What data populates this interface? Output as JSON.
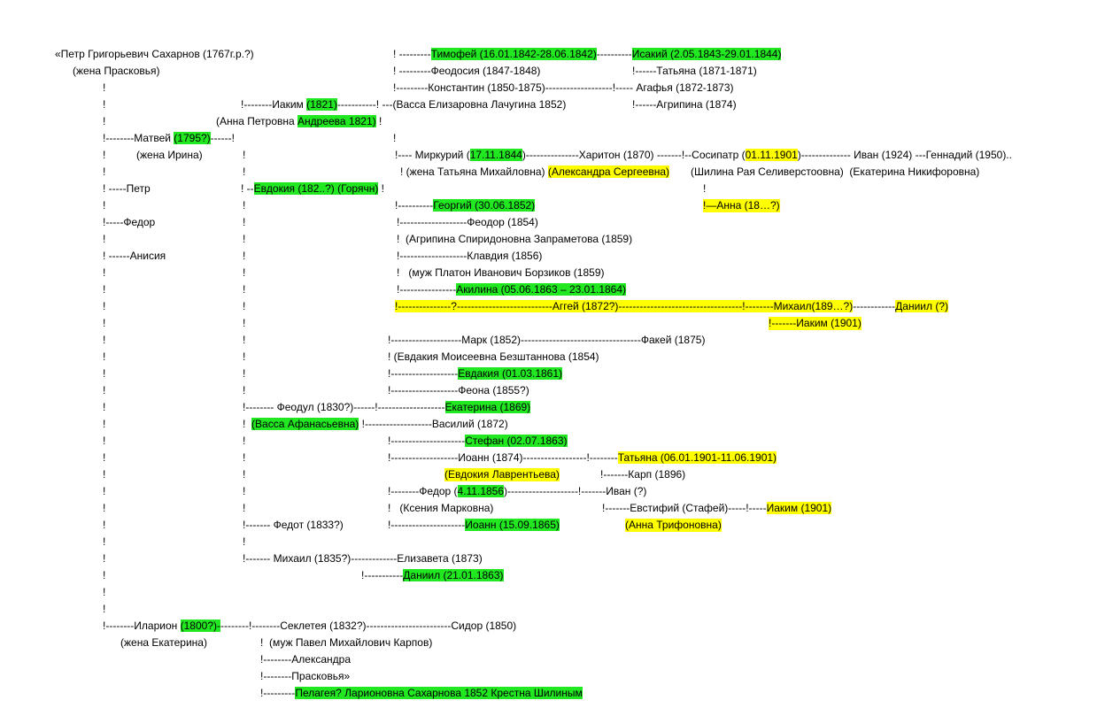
{
  "colors": {
    "green_highlight": "#22e822",
    "yellow_highlight": "#ffff00"
  },
  "l1a": "«Петр Григорьевич Сахарнов (1767г.р.?)",
  "l1b": "! ---------",
  "l1c": "Тимофей (16.01.1842-28.06.1842)",
  "l1d": "----------",
  "l1e": "Исакий (2.05.1843-29.01.1844)",
  "l2a": "(жена Прасковья)",
  "l2b": "! ---------Феодосия (1847-1848)",
  "l2c": "!------Татьяна (1871-1871)",
  "l3a": "!",
  "l3b": "!---------Константин (1850-1875)-------------------!----- Агафья (1872-1873)",
  "l4a": "!",
  "l4b": "!--------Иаким ",
  "l4c": "(1821)",
  "l4d": "-----------! ---(Васса Елизаровна Лачугина 1852)",
  "l4e": "!------Агрипина (1874)",
  "l5a": "!",
  "l5b": "(Анна Петровна ",
  "l5c": "Андреева 1821)",
  "l5d": " !",
  "l6a": "!--------Матвей ",
  "l6b": "(1795?)",
  "l6c": "------!",
  "l6d": "!",
  "l7a": "!",
  "l7b": "(жена Ирина)",
  "l7c": "!",
  "l7d": "!---- Миркурий (",
  "l7e": "17.11.1844",
  "l7f": ")---------------Харитон (1870) -------!--Сосипатр (",
  "l7g": "01.11.1901",
  "l7h": ")-------------- Иван (1924) ---Геннадий (1950)..",
  "l8a": "!",
  "l8b": "!",
  "l8c": "! (жена Татьяна Михайловна) ",
  "l8d": "(Александра Сергеевна)",
  "l8e": "(Шилина Рая Селиверстоовна)  (Екатерина Никифоровна)",
  "l9a": "! -----Петр",
  "l9b": "! --",
  "l9c": "Евдокия (182..?) (Горячн)",
  "l9d": " !",
  "l9e": "!",
  "l10a": "!",
  "l10b": "!",
  "l10c": "!----------",
  "l10d": "Георгий (30.06.1852)",
  "l10e": "!—Анна (18…?)",
  "l11a": "!-----Федор",
  "l11b": "!",
  "l11c": "!-------------------Феодор (1854)",
  "l12a": "!",
  "l12b": "!",
  "l12c": "!  (Агрипина Спиридоновна Запраметова (1859)",
  "l13a": "! ------Анисия",
  "l13b": "!",
  "l13c": "!-------------------Клавдия (1856)",
  "l14a": "!",
  "l14b": "!",
  "l14c": "!   (муж Платон Иванович Борзиков (1859)",
  "l15a": "!",
  "l15b": "!",
  "l15c": "!----------------",
  "l15d": "Акилина (05.06.1863 – 23.01.1864)",
  "l16a": "!",
  "l16b": "!",
  "l16c": "!---------------?---------------------------Аггей (1872?)-----------------------------------!--------Михаил(189…?)",
  "l16d": "------------",
  "l16e": "Даниил (?)",
  "l17a": "!",
  "l17b": "!",
  "l17c": "!-------Иаким (1901)",
  "l18a": "!",
  "l18b": "!",
  "l18c": "!--------------------Марк (1852)----------------------------------Факей (1875)",
  "l19a": "!",
  "l19b": "!",
  "l19c": "! (Евдакия Моисеевна Безштаннова (1854)",
  "l20a": "!",
  "l20b": "!",
  "l20c": "!-------------------",
  "l20d": "Евдакия (01.03.1861)",
  "l21a": "!",
  "l21b": "!",
  "l21c": "!-------------------Феона (1855?)",
  "l22a": "!",
  "l22b": "!-------- Феодул (1830?)------!-------------------",
  "l22c": "Екатерина (1869)",
  "l23a": "!",
  "l23b": "!  ",
  "l23c": "(Васса Афанасьевна)",
  "l23d": " !-------------------Василий (1872)",
  "l24a": "!",
  "l24b": "!",
  "l24c": "!---------------------",
  "l24d": "Стефан (02.07.1863)",
  "l25a": "!",
  "l25b": "!",
  "l25c": "!-------------------Иоанн (1874)------------------!--------",
  "l25d": "Татьяна (06.01.1901-11.06.1901)",
  "l26a": "!",
  "l26b": "!",
  "l26c": "(Евдокия Лаврентьева)",
  "l26d": "!-------Карп (1896)",
  "l27a": "!",
  "l27b": "!",
  "l27c": "!--------Федор (",
  "l27d": "4.11.1856",
  "l27e": ")--------------------!-------Иван (?)",
  "l28a": "!",
  "l28b": "!",
  "l28c": "!   (Ксения Марковна)",
  "l28d": "!-------Евстифий (Стафей)-----!-----",
  "l28e": "Иаким (1901)",
  "l29a": "!",
  "l29b": "!------- Федот (1833?)",
  "l29c": "!---------------------",
  "l29d": "Иоанн (15.09.1865)",
  "l29e": "(Анна Трифоновна)",
  "l30a": "!",
  "l30b": "!",
  "l31a": "!",
  "l31b": "!------- Михаил (1835?)-------------Елизавета (1873)",
  "l32a": "!",
  "l32b": "!-----------",
  "l32c": "Даниил (21.01.1863)",
  "l33a": "!",
  "l34a": "!",
  "l35a": "!--------Иларион ",
  "l35b": "(1800?)-",
  "l35c": "--------!--------Секлетея (1832?)------------------------Сидор (1850)",
  "l36a": "(жена Екатерина)",
  "l36b": "!  (муж Павел Михайлович Карпов)",
  "l37a": "!--------Александра",
  "l38a": "!--------Прасковья»",
  "l39a": "!---------",
  "l39b": "Пелагея? Ларионовна Сахарнова 1852 Крестна Шилиным"
}
